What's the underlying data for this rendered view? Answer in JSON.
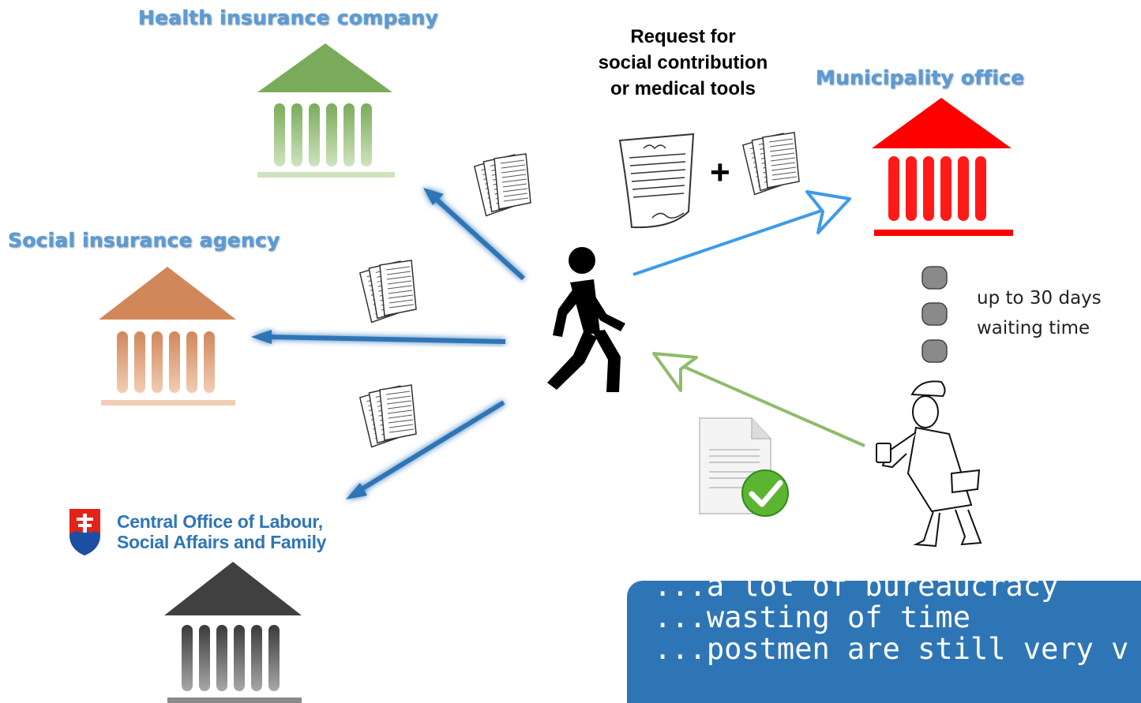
{
  "institutions": {
    "health": {
      "label": "Health insurance company",
      "color": "#7aab5a"
    },
    "social": {
      "label": "Social insurance agency",
      "color": "#d1875a"
    },
    "municipality": {
      "label": "Municipality office",
      "color": "#ff0000"
    },
    "central": {
      "label_line1": "Central Office of Labour,",
      "label_line2": "Social Affairs and Family",
      "color": "#404040"
    }
  },
  "request": {
    "line1": "Request for",
    "line2": "social contribution",
    "line3": "or medical tools",
    "plus": "+"
  },
  "waiting": {
    "line1": "up to 30 days",
    "line2": "waiting time"
  },
  "callout": {
    "line1": "...a lot of bureaucracy",
    "line2": "...wasting of time",
    "line3": "...postmen are still very v"
  },
  "colors": {
    "arrow_blue": "#2e75b6",
    "arrow_light_blue": "#3d9be9",
    "arrow_green": "#8fbc6a",
    "callout_bg": "#2e75b6"
  }
}
